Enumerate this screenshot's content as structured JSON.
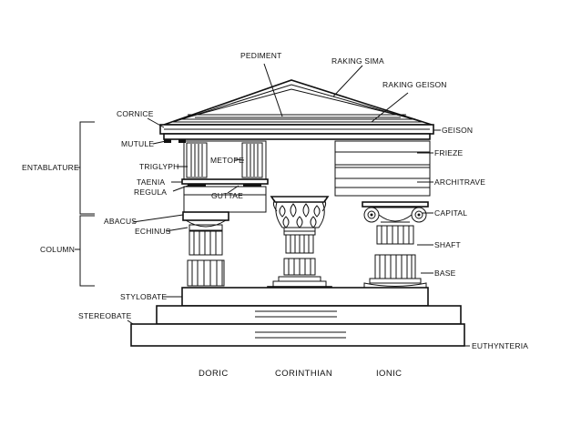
{
  "labels": {
    "pediment": "PEDIMENT",
    "raking_sima": "RAKING SIMA",
    "raking_geison": "RAKING GEISON",
    "cornice": "CORNICE",
    "geison": "GEISON",
    "mutule": "MUTULE",
    "frieze": "FRIEZE",
    "entablature": "ENTABLATURE",
    "triglyph": "TRIGLYPH",
    "metope": "METOPE",
    "architrave": "ARCHITRAVE",
    "taenia": "TAENIA",
    "regula": "REGULA",
    "guttae": "GUTTAE",
    "capital": "CAPITAL",
    "abacus": "ABACUS",
    "echinus": "ECHINUS",
    "column": "COLUMN",
    "shaft": "SHAFT",
    "base": "BASE",
    "stylobate": "STYLOBATE",
    "stereobate": "STEREOBATE",
    "euthynteria": "EUTHYNTERIA"
  },
  "orders": {
    "doric": "DORIC",
    "corinthian": "CORINTHIAN",
    "ionic": "IONIC"
  }
}
